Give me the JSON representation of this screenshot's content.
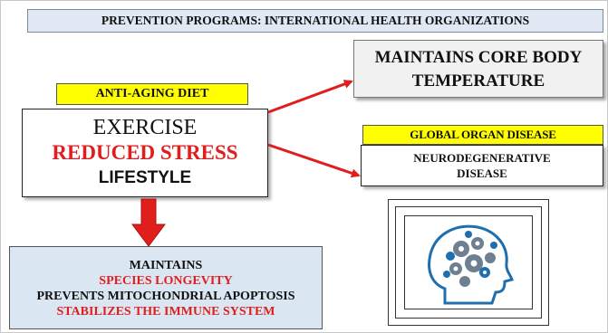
{
  "banner": {
    "title": "PREVENTION PROGRAMS: INTERNATIONAL HEALTH ORGANIZATIONS"
  },
  "temperature_box": {
    "line1": "MAINTAINS CORE BODY",
    "line2": "TEMPERATURE"
  },
  "diet_tag": {
    "label": "ANTI-AGING DIET"
  },
  "lifestyle_box": {
    "line1": "EXERCISE",
    "line2": "REDUCED STRESS",
    "line3": "LIFESTYLE"
  },
  "organ_tag": {
    "label": "GLOBAL ORGAN DISEASE"
  },
  "neuro_box": {
    "line1": "NEURODEGENERATIVE",
    "line2": "DISEASE"
  },
  "maintains_box": {
    "line1": "MAINTAINS",
    "line2": "SPECIES LONGEVITY",
    "line3": "PREVENTS MITOCHONDRIAL APOPTOSIS",
    "line4": "STABILIZES THE IMMUNE SYSTEM"
  },
  "image": {
    "icon": "brain-gears-head-icon",
    "color_primary": "#1f6fae",
    "color_secondary": "#6d7f90"
  },
  "colors": {
    "arrow": "#e01e1e",
    "accent_red": "#e01e1e",
    "tag_yellow": "#ffff00",
    "panel_blue": "#dbe6f3"
  }
}
